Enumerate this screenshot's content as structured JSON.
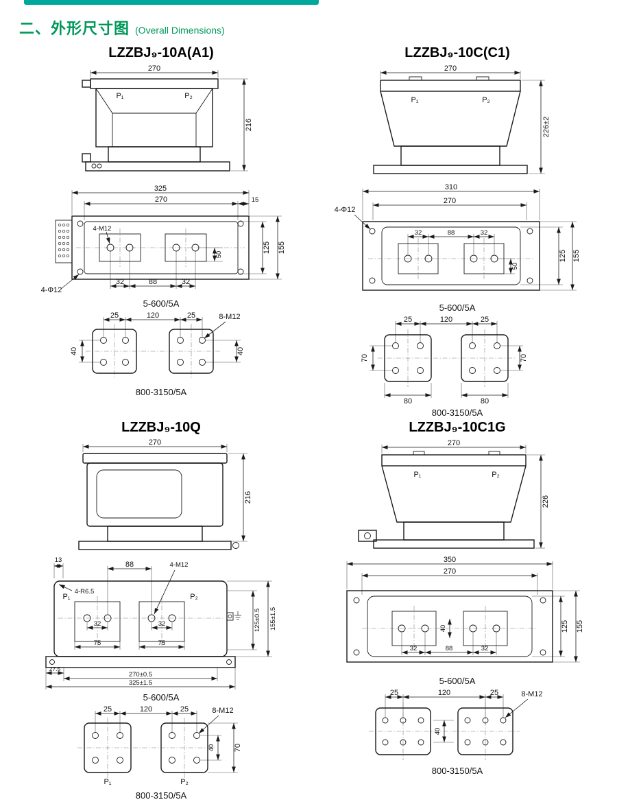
{
  "colors": {
    "heading_green": "#00985a",
    "top_bar_teal": "#00a79d",
    "line_ink": "#1a1a1a"
  },
  "header": {
    "title_zh": "二、外形尺寸图",
    "title_en": "(Overall  Dimensions)"
  },
  "panels": {
    "a": {
      "title": "LZZBJ₉-10A(A1)",
      "front": {
        "w": "270",
        "h": "216",
        "p1": "P₁",
        "p2": "P₂"
      },
      "plan": {
        "w_out": "325",
        "w_in": "270",
        "off": "15",
        "m12": "4-M12",
        "d50": "50",
        "s32a": "32",
        "s88": "88",
        "s32b": "32",
        "phi": "4-Φ12",
        "h_in": "125",
        "h_out": "155"
      },
      "cap1": "5-600/5A",
      "pads": {
        "s25a": "25",
        "s120": "120",
        "s25b": "25",
        "m12": "8-M12",
        "d40l": "40",
        "d40r": "40"
      },
      "cap2": "800-3150/5A"
    },
    "c": {
      "title": "LZZBJ₉-10C(C1)",
      "front": {
        "w": "270",
        "h": "226±2",
        "p1": "P₁",
        "p2": "P₂"
      },
      "plan": {
        "w_out": "310",
        "w_in": "270",
        "phi": "4-Φ12",
        "s32a": "32",
        "s88": "88",
        "s32b": "32",
        "d50": "50",
        "h_in": "125",
        "h_out": "155"
      },
      "cap1": "5-600/5A",
      "pads": {
        "s25a": "25",
        "s120": "120",
        "s25b": "25",
        "d70l": "70",
        "d70r": "70",
        "d80l": "80",
        "d80r": "80"
      },
      "cap2": "800-3150/5A"
    },
    "q": {
      "title": "LZZBJ₉-10Q",
      "front": {
        "w": "270",
        "h": "216"
      },
      "plan": {
        "off13": "13",
        "r": "4-R6.5",
        "s88": "88",
        "m12": "4-M12",
        "p1": "P₁",
        "p2": "P₂",
        "s32l": "32",
        "s75l": "75",
        "s32r": "32",
        "s75r": "75",
        "h_in": "125±0.5",
        "h_out": "155±1.5",
        "w_in": "270±0.5",
        "w_out": "325±1.5",
        "off275": "27.5"
      },
      "cap1": "5-600/5A",
      "pads": {
        "s25a": "25",
        "s120": "120",
        "s25b": "25",
        "m12": "8-M12",
        "d40": "40",
        "d70": "70",
        "p1": "P₁",
        "p2": "P₂"
      },
      "cap2": "800-3150/5A"
    },
    "c1g": {
      "title": "LZZBJ₉-10C1G",
      "front": {
        "w": "270",
        "h": "226",
        "p1": "P₁",
        "p2": "P₂"
      },
      "plan": {
        "w_out": "350",
        "w_in": "270",
        "s32a": "32",
        "s88": "88",
        "s32b": "32",
        "d40": "40",
        "h_in": "125",
        "h_out": "155"
      },
      "cap1": "5-600/5A",
      "pads": {
        "s25a": "25",
        "s120": "120",
        "s25b": "25",
        "m12": "8-M12",
        "d40": "40"
      },
      "cap2": "800-3150/5A"
    }
  }
}
